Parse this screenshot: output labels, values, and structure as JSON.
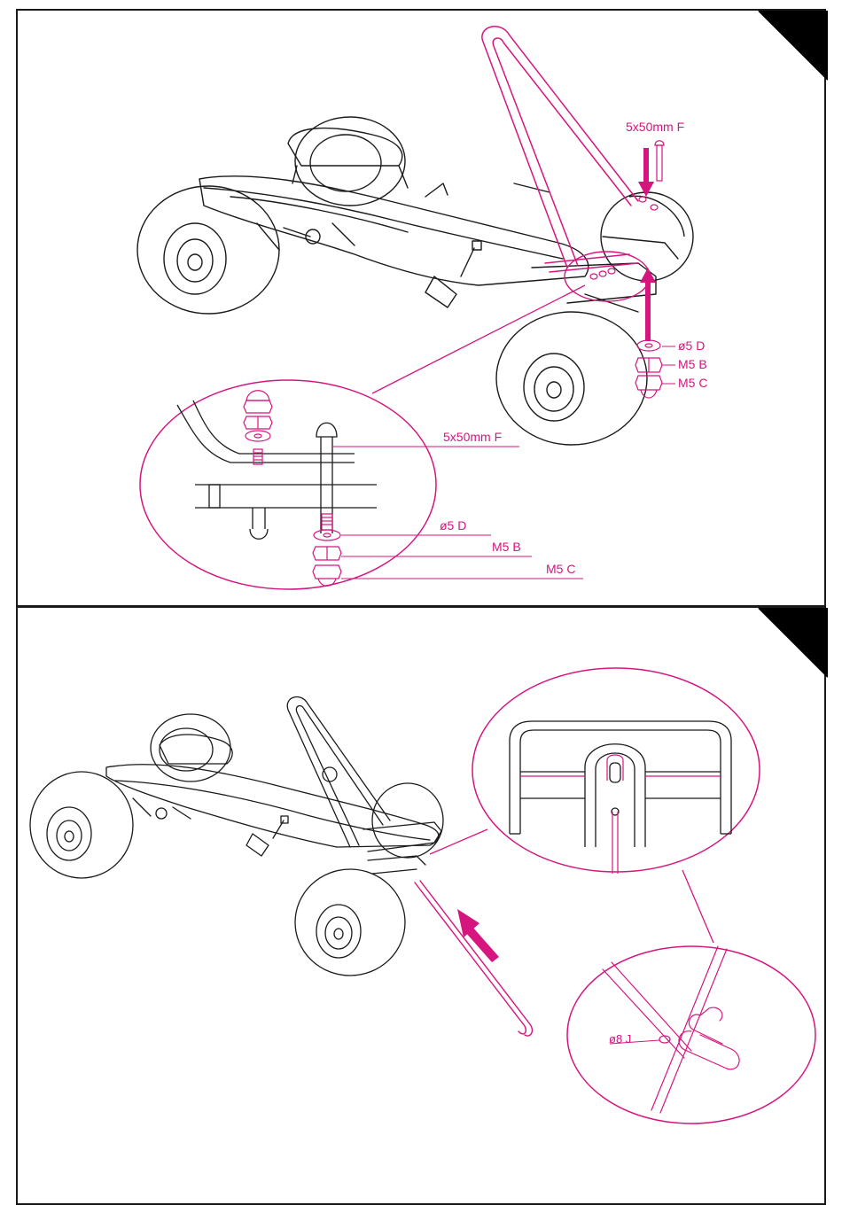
{
  "colors": {
    "accent": "#d6157f",
    "line": "#1a1a1a",
    "corner": "#000000"
  },
  "step1": {
    "bolt_label": "5x50mm F",
    "washer_label": "ø5 D",
    "nut_label": "M5 B",
    "capnut_label": "M5 C",
    "detail": {
      "bolt_label": "5x50mm F",
      "washer_label": "ø5 D",
      "nut_label": "M5 B",
      "capnut_label": "M5 C"
    }
  },
  "step2": {
    "pin_label": "ø8 J"
  }
}
